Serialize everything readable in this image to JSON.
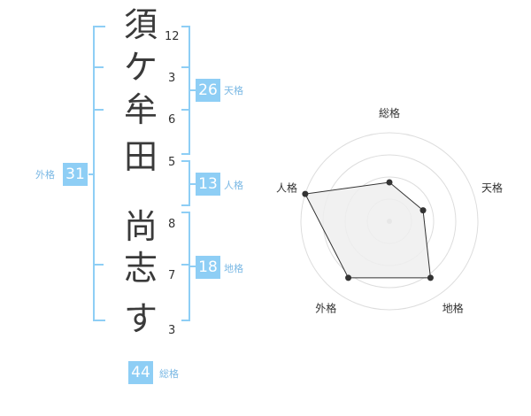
{
  "name_chars": [
    "須",
    "ケ",
    "牟",
    "田",
    "尚",
    "志",
    "す"
  ],
  "strokes": [
    "12",
    "3",
    "6",
    "5",
    "8",
    "7",
    "3"
  ],
  "fortunes": {
    "tenkaku": {
      "value": "26",
      "label": "天格"
    },
    "jinkaku": {
      "value": "13",
      "label": "人格"
    },
    "chikaku": {
      "value": "18",
      "label": "地格"
    },
    "gaikaku": {
      "value": "31",
      "label": "外格"
    },
    "soukaku": {
      "value": "44",
      "label": "総格"
    }
  },
  "chart_data": {
    "type": "radar",
    "axes": [
      "総格",
      "天格",
      "地格",
      "外格",
      "人格"
    ],
    "levels": 4,
    "values": [
      0.44,
      0.4,
      0.79,
      0.79,
      1.0
    ],
    "colors": {
      "grid": "#dddddd",
      "fill": "#eeeeee",
      "line": "#333333",
      "point": "#333333",
      "center": "#bbbbbb"
    }
  }
}
